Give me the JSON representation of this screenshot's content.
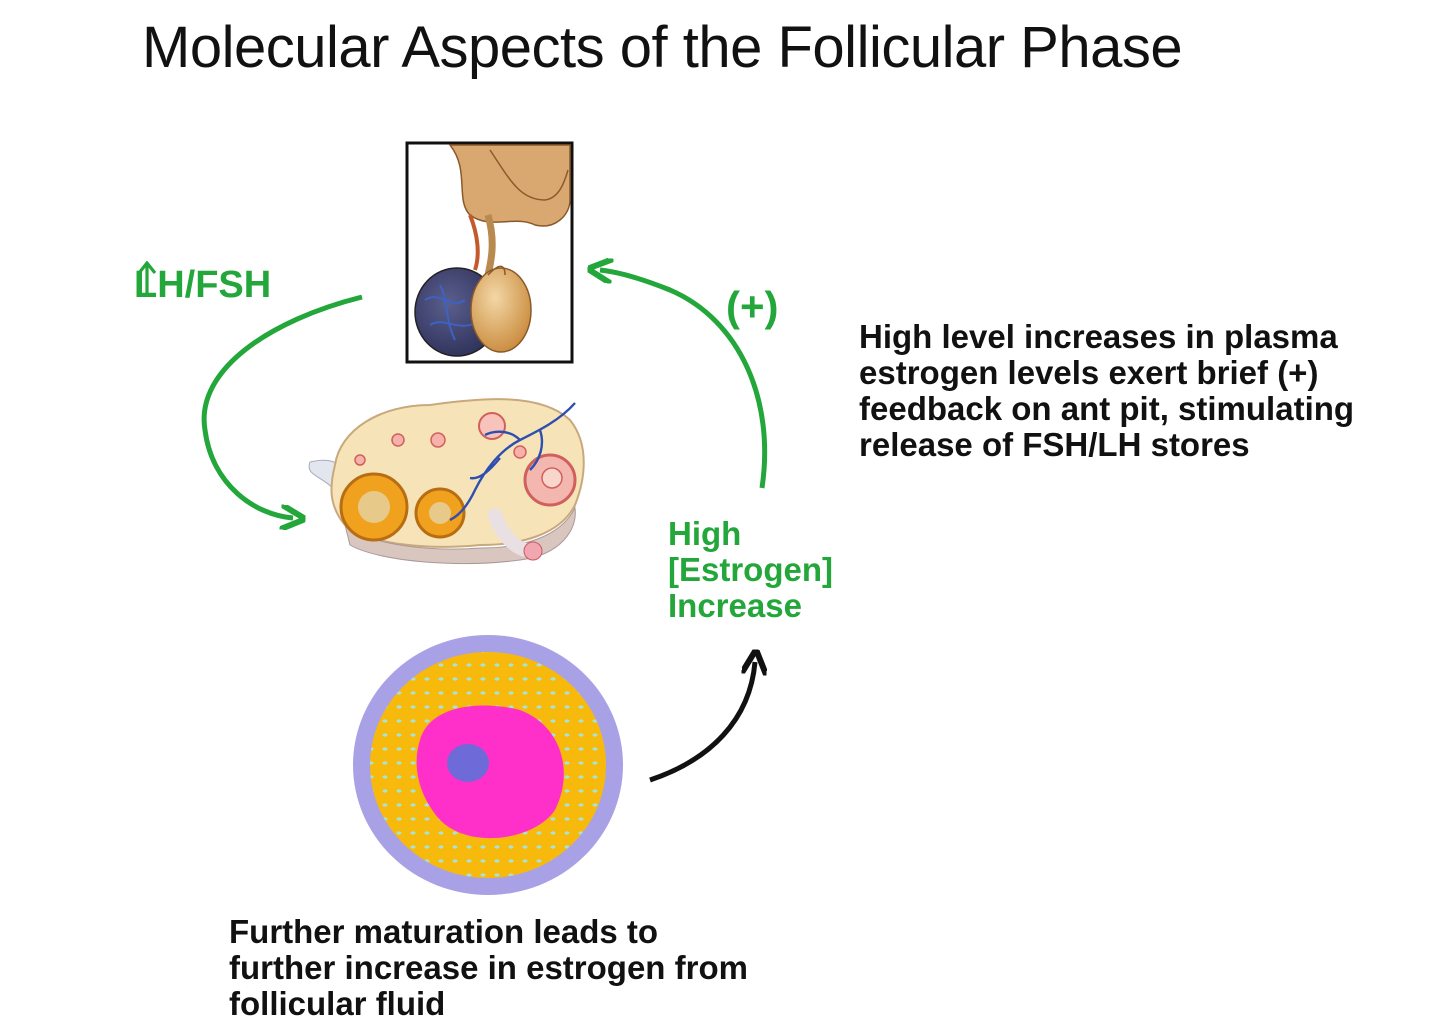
{
  "title": "Molecular Aspects of the Follicular Phase",
  "labels": {
    "lh_fsh": "LH/FSH",
    "positive_feedback": "(+)",
    "high_estrogen_lines": [
      "High",
      "[Estrogen]",
      "Increase"
    ],
    "feedback_description": "High level increases in plasma estrogen levels exert brief (+) feedback on ant pit, stimulating release of FSH/LH stores",
    "maturation_description": "Further maturation leads to further increase in estrogen from follicular fluid"
  },
  "icons": {
    "lh_fsh_arrow": "up-arrow-icon",
    "pituitary": "pituitary-illustration",
    "ovary": "ovary-illustration",
    "follicle": "follicle-illustration"
  },
  "colors": {
    "green": "#23a63a",
    "text": "#111111",
    "follicle_outer": "#a9a1e6",
    "follicle_granulosa": "#f6b90c",
    "follicle_antrum": "#ff2fc9",
    "follicle_oocyte": "#6e6ad8"
  }
}
